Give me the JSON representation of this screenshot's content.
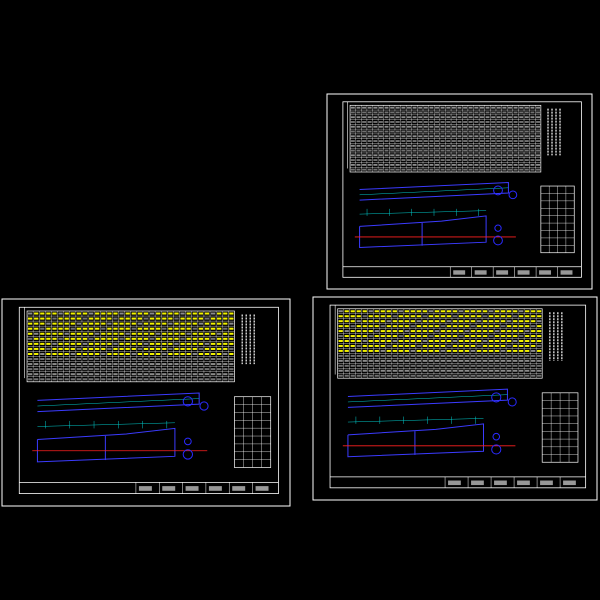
{
  "viewer": {
    "background": "#000000"
  },
  "colors": {
    "frame": "#ffffff",
    "table_text": "#ffff00",
    "table_grid": "#ffffff",
    "structure": "#3b3bff",
    "dimension": "#00c8c8",
    "centerline": "#ff2020",
    "circle": "#2a2aff"
  },
  "sheets": [
    {
      "id": "sheet-top-right",
      "highlighted_table": false,
      "title_block_cells": [
        "",
        "",
        "",
        "",
        "",
        ""
      ]
    },
    {
      "id": "sheet-bottom-left",
      "highlighted_table": true,
      "title_block_cells": [
        "",
        "",
        "",
        "",
        "",
        ""
      ]
    },
    {
      "id": "sheet-bottom-right",
      "highlighted_table": true,
      "title_block_cells": [
        "",
        "",
        "",
        "",
        "",
        ""
      ]
    }
  ]
}
